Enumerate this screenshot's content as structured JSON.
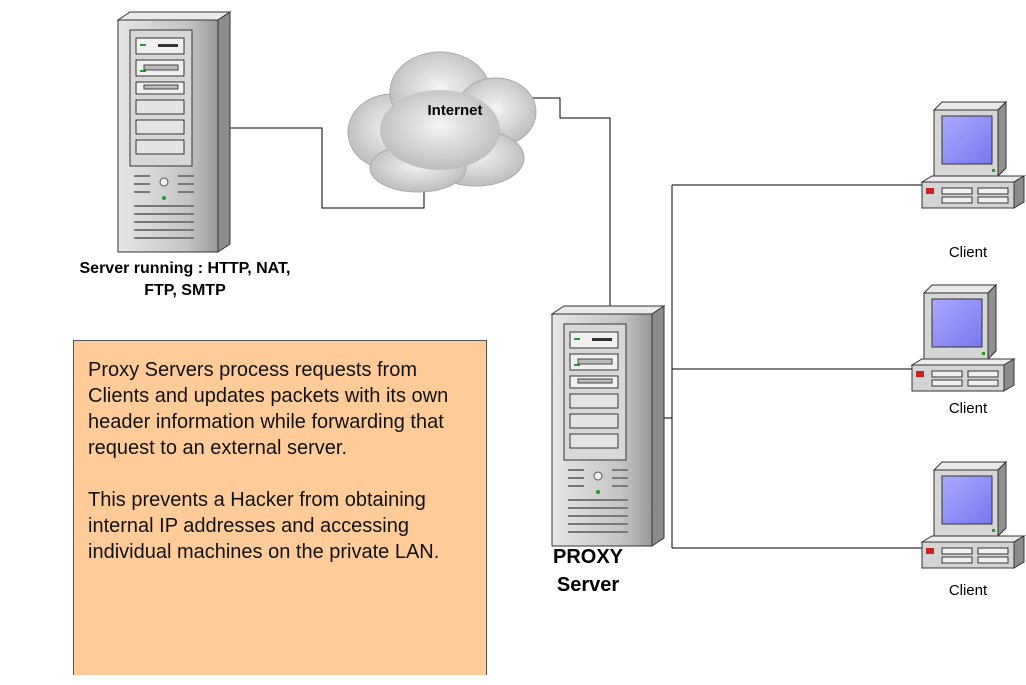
{
  "labels": {
    "server": [
      "Server running : HTTP, NAT,",
      "FTP,  SMTP"
    ],
    "internet": "Internet",
    "proxy": [
      "PROXY",
      "Server"
    ],
    "clients": [
      "Client",
      "Client",
      "Client"
    ]
  },
  "note": {
    "paragraph1": "Proxy Servers process requests from Clients and updates packets with its own header information while forwarding that request to an external server.",
    "paragraph2": "This prevents a Hacker from obtaining internal IP addresses and accessing individual machines on the private LAN."
  },
  "colors": {
    "note_fill": "#ffcc99",
    "tower_gray": "#c0c0c0",
    "screen_blue": "#9999ff",
    "cloud_gray": "#d0d0d0"
  },
  "icons": [
    "server-tower-icon",
    "cloud-icon",
    "desktop-computer-icon"
  ]
}
